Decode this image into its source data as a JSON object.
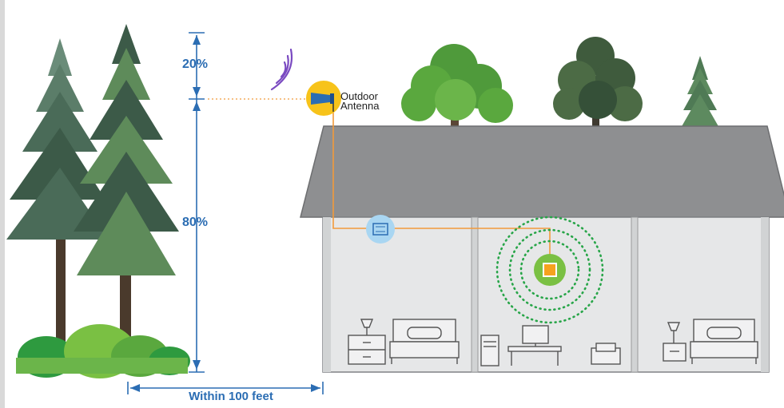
{
  "labels": {
    "top_percent": "20%",
    "bottom_percent": "80%",
    "distance": "Within 100 feet",
    "antenna_line1": "Outdoor",
    "antenna_line2": "Antenna"
  },
  "colors": {
    "measure_blue": "#2b6db3",
    "cable_orange": "#f29a3b",
    "antenna_badge": "#f7c31a",
    "booster_badge": "#a9d6f2",
    "indoor_antenna_green": "#7ac043",
    "signal_dots": "#27a548",
    "roof_gray": "#8e8f91",
    "wall_gray": "#e6e7e8",
    "tree_dark": "#3c5a48",
    "tree_leaf": "#5aa83e",
    "bush_green": "#7ac043"
  },
  "icons": {
    "outdoor_antenna": "antenna-icon",
    "booster": "booster-icon",
    "indoor_antenna": "indoor-antenna-icon",
    "signal_waves": "signal-waves-icon"
  }
}
